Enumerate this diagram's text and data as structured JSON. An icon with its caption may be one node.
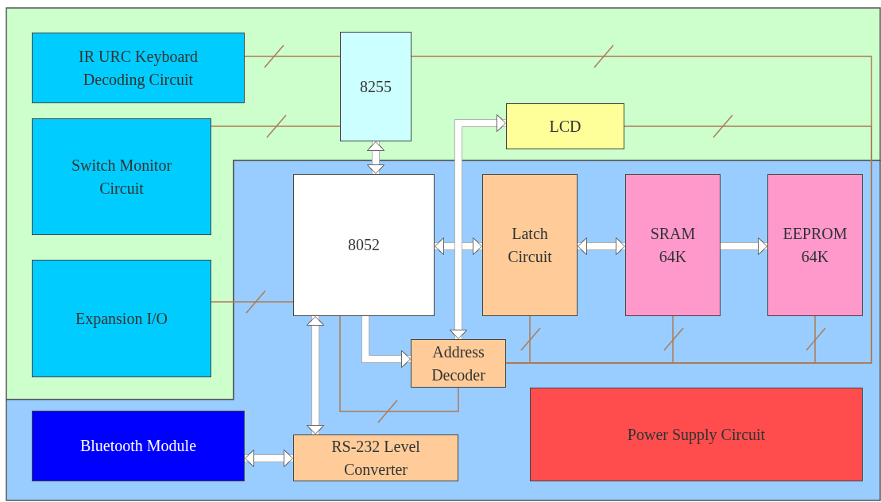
{
  "diagram": {
    "nodes": [
      {
        "text": [
          "IR URC Keyboard Decoding Circuit"
        ]
      },
      {
        "text": [
          "8255"
        ]
      },
      {
        "text": [
          "Switch Monitor Circuit"
        ]
      },
      {
        "text": [
          "LCD"
        ]
      },
      {
        "text": [
          "8052"
        ]
      },
      {
        "text": [
          "Latch Circuit"
        ]
      },
      {
        "text": [
          "SRAM 64K"
        ]
      },
      {
        "text": [
          "EEPROM 64K"
        ]
      },
      {
        "text": [
          "Expansion I/O"
        ]
      },
      {
        "text": [
          "Address Decoder"
        ]
      },
      {
        "text": [
          "Bluetooth Module"
        ]
      },
      {
        "text": [
          "RS-232 Level Converter"
        ]
      },
      {
        "text": [
          "Power Supply Circuit"
        ]
      }
    ],
    "edges": [
      {
        "from": 0,
        "to": 1,
        "arrow": "none"
      },
      {
        "from": 2,
        "to": 1,
        "arrow": "none"
      },
      {
        "from": 1,
        "to": 9,
        "arrow": "none"
      },
      {
        "from": 3,
        "to": 9,
        "arrow": "none"
      },
      {
        "from": 5,
        "to": 9,
        "arrow": "none"
      },
      {
        "from": 6,
        "to": 9,
        "arrow": "none"
      },
      {
        "from": 7,
        "to": 9,
        "arrow": "none"
      },
      {
        "from": 8,
        "to": 4,
        "arrow": "none"
      },
      {
        "from": 4,
        "to": 9,
        "arrow": "none"
      },
      {
        "from": 1,
        "to": 4,
        "arrow": "both",
        "style": "thick",
        "color": "#ffffff"
      },
      {
        "from": 4,
        "to": 5,
        "arrow": "both",
        "style": "thick",
        "color": "#ffffff"
      },
      {
        "from": 9,
        "to": 3,
        "arrow": "both",
        "style": "thick",
        "color": "#ffffff"
      },
      {
        "from": 4,
        "to": 9,
        "arrow": "to",
        "style": "thick",
        "color": "#ffffff"
      },
      {
        "from": 4,
        "to": 11,
        "arrow": "both",
        "style": "thick",
        "color": "#ffffff"
      },
      {
        "from": 5,
        "to": 6,
        "arrow": "both",
        "style": "thick",
        "color": "#ffffff"
      },
      {
        "from": 6,
        "to": 7,
        "arrow": "to",
        "style": "thick",
        "color": "#ffffff"
      },
      {
        "from": 10,
        "to": 11,
        "arrow": "both",
        "style": "thick",
        "color": "#ffffff"
      }
    ]
  }
}
